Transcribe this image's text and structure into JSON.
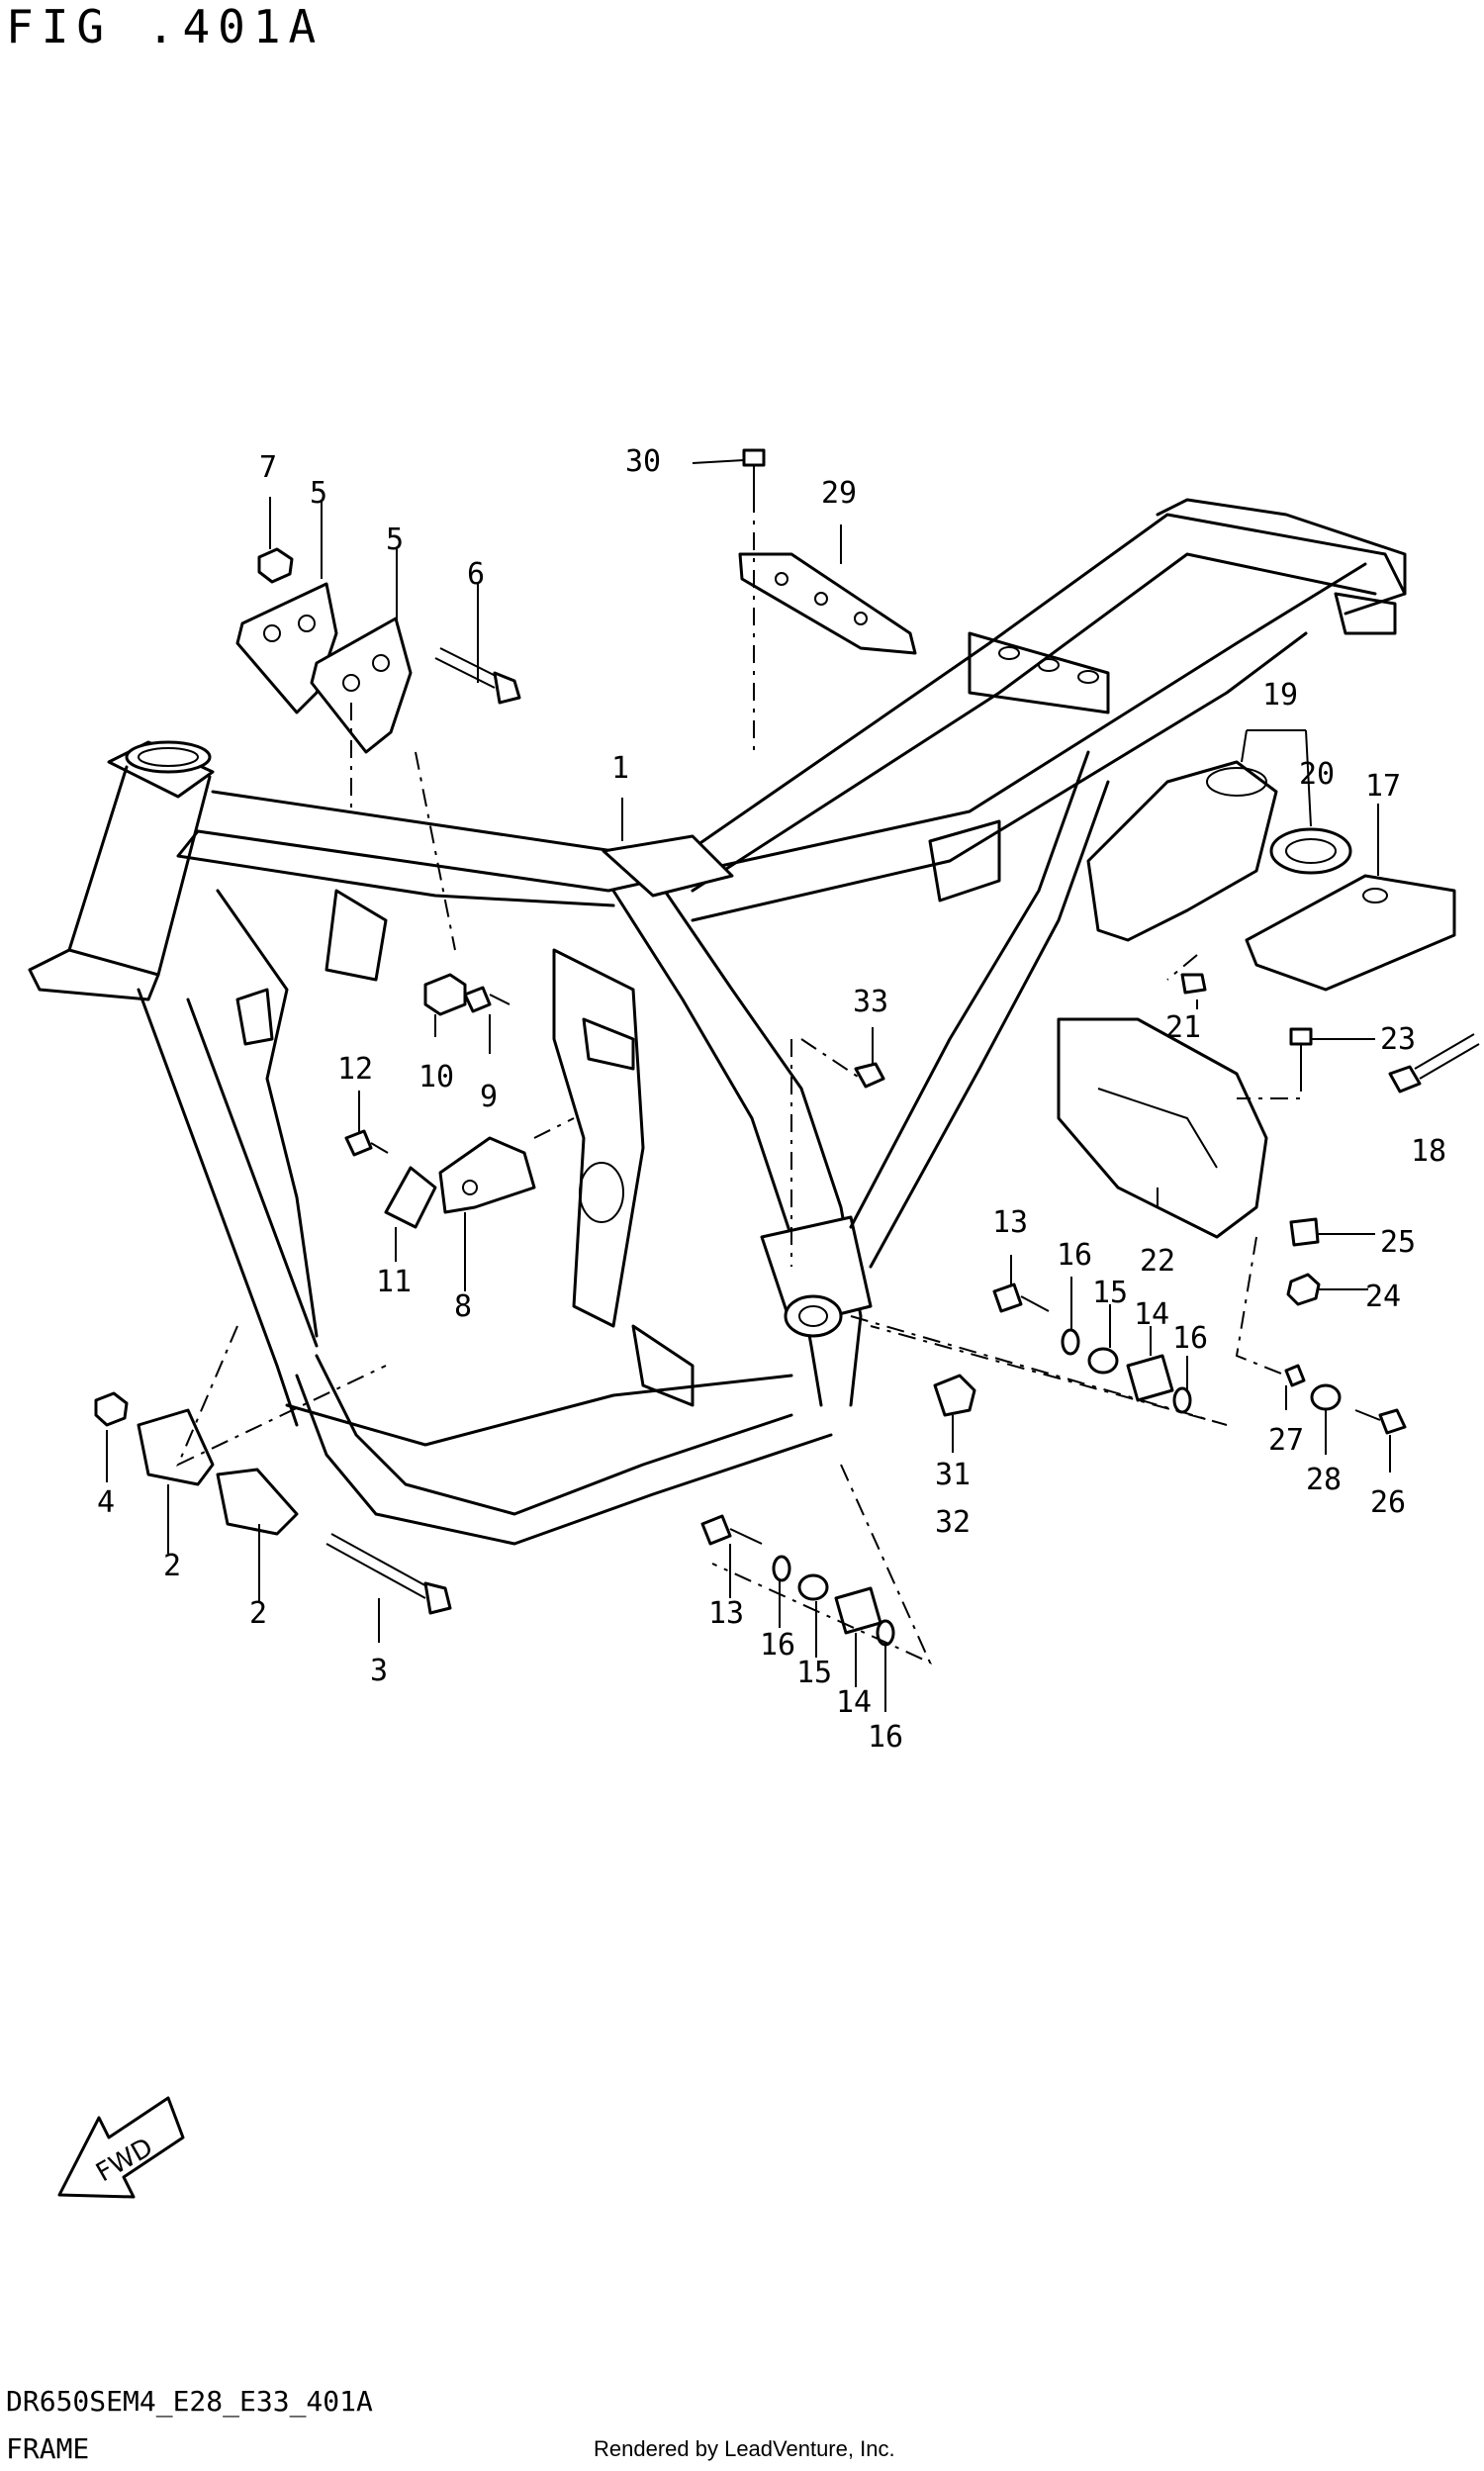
{
  "figure": {
    "title": "FIG .401A",
    "code": "DR650SEM4_E28_E33_401A",
    "section": "FRAME",
    "rendered_by": "Rendered by LeadVenture, Inc.",
    "fwd_label": "FWD"
  },
  "callouts": [
    {
      "id": "c1",
      "text": "1"
    },
    {
      "id": "c2a",
      "text": "2"
    },
    {
      "id": "c2b",
      "text": "2"
    },
    {
      "id": "c3",
      "text": "3"
    },
    {
      "id": "c4",
      "text": "4"
    },
    {
      "id": "c5a",
      "text": "5"
    },
    {
      "id": "c5b",
      "text": "5"
    },
    {
      "id": "c6",
      "text": "6"
    },
    {
      "id": "c7",
      "text": "7"
    },
    {
      "id": "c8",
      "text": "8"
    },
    {
      "id": "c9",
      "text": "9"
    },
    {
      "id": "c10",
      "text": "10"
    },
    {
      "id": "c11",
      "text": "11"
    },
    {
      "id": "c12",
      "text": "12"
    },
    {
      "id": "c13a",
      "text": "13"
    },
    {
      "id": "c13b",
      "text": "13"
    },
    {
      "id": "c14a",
      "text": "14"
    },
    {
      "id": "c14b",
      "text": "14"
    },
    {
      "id": "c15a",
      "text": "15"
    },
    {
      "id": "c15b",
      "text": "15"
    },
    {
      "id": "c16a",
      "text": "16"
    },
    {
      "id": "c16b",
      "text": "16"
    },
    {
      "id": "c16c",
      "text": "16"
    },
    {
      "id": "c16d",
      "text": "16"
    },
    {
      "id": "c17",
      "text": "17"
    },
    {
      "id": "c18",
      "text": "18"
    },
    {
      "id": "c19",
      "text": "19"
    },
    {
      "id": "c20",
      "text": "20"
    },
    {
      "id": "c21",
      "text": "21"
    },
    {
      "id": "c22",
      "text": "22"
    },
    {
      "id": "c23",
      "text": "23"
    },
    {
      "id": "c24",
      "text": "24"
    },
    {
      "id": "c25",
      "text": "25"
    },
    {
      "id": "c26",
      "text": "26"
    },
    {
      "id": "c27",
      "text": "27"
    },
    {
      "id": "c28",
      "text": "28"
    },
    {
      "id": "c29",
      "text": "29"
    },
    {
      "id": "c30",
      "text": "30"
    },
    {
      "id": "c31",
      "text": "31"
    },
    {
      "id": "c32",
      "text": "32"
    },
    {
      "id": "c33",
      "text": "33"
    }
  ]
}
